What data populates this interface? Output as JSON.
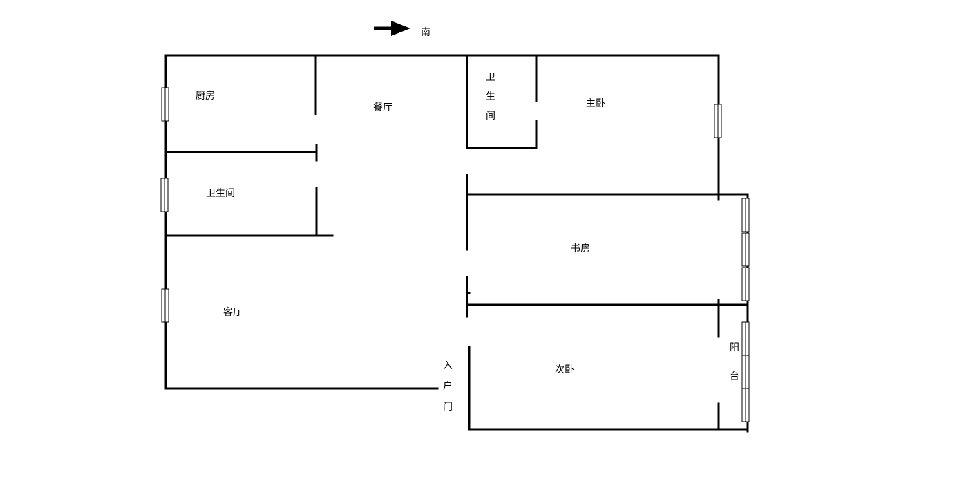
{
  "compass": {
    "direction_label": "南",
    "arrow_icon": "arrow-right-icon"
  },
  "rooms": {
    "kitchen": "厨房",
    "dining": "餐厅",
    "bathroom_left": "卫生间",
    "bathroom_top": [
      "卫",
      "生",
      "间"
    ],
    "master_bedroom": "主卧",
    "study": "书房",
    "living_room": "客厅",
    "second_bedroom": "次卧",
    "entrance": [
      "入",
      "户",
      "门"
    ],
    "balcony": [
      "阳",
      "台"
    ]
  },
  "colors": {
    "wall": "#000000",
    "background": "#ffffff",
    "window_fill": "#ffffff"
  }
}
